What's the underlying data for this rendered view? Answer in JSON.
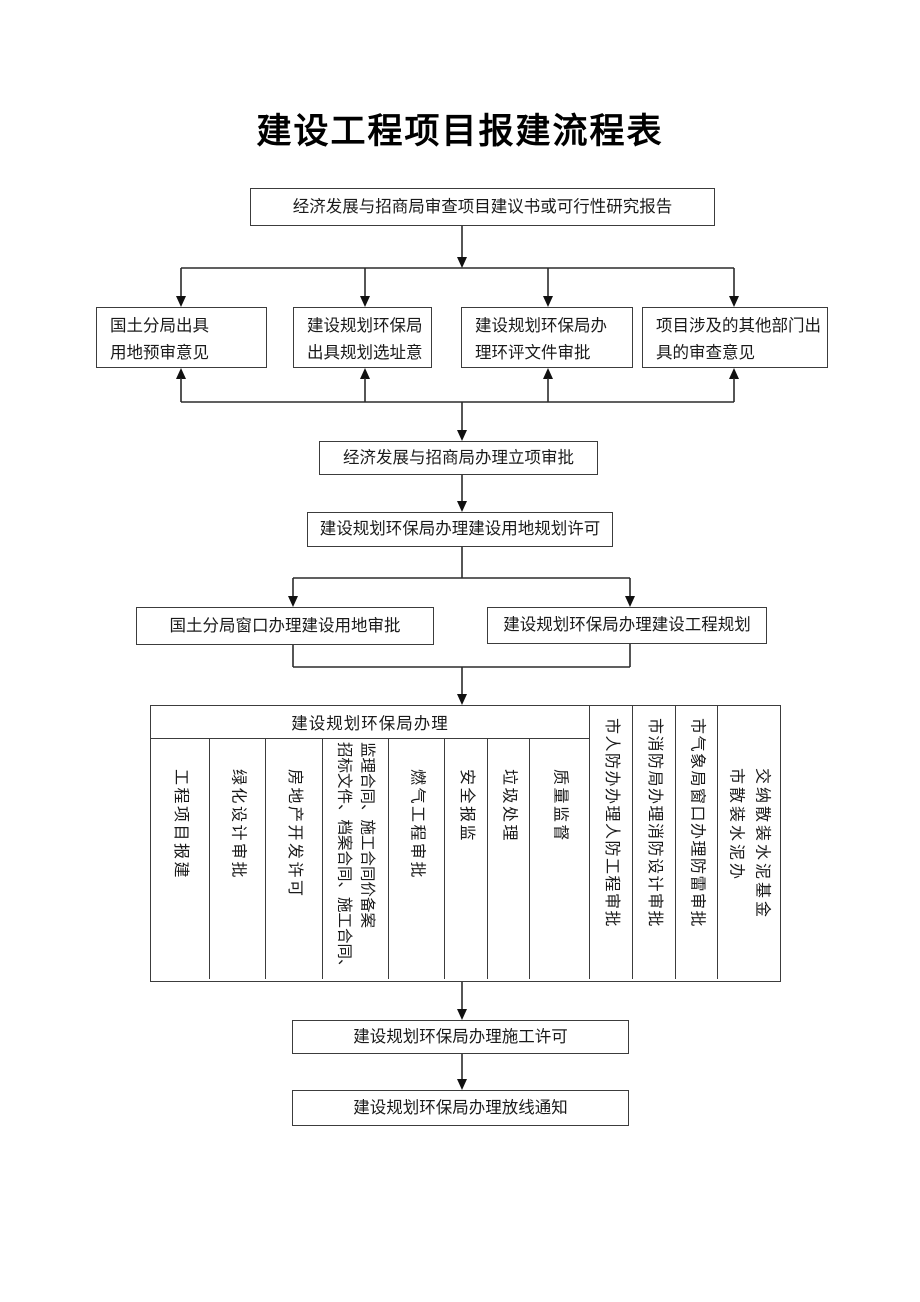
{
  "page": {
    "title": "建设工程项目报建流程表"
  },
  "flow": {
    "start": "经济发展与招商局审查项目建议书或可行性研究报告",
    "review_boxes": [
      "国土分局出具\n用地预审意见",
      "建设规划环保局\n出具规划选址意",
      "建设规划环保局办\n理环评文件审批",
      "项目涉及的其他部门出\n具的审查意见"
    ],
    "project_approval": "经济发展与招商局办理立项审批",
    "land_planning_permit": "建设规划环保局办理建设用地规划许可",
    "land_approval": "国土分局窗口办理建设用地审批",
    "engineering_planning": "建设规划环保局办理建设工程规划",
    "table": {
      "header": "建设规划环保局办理",
      "columns": [
        "工程项目报建",
        "绿化设计审批",
        "房地产开发许可",
        "监理合同、施工合同价备案\n招标文件、档案合同、施工合同、",
        "燃气工程审批",
        "安全报监",
        "垃圾处理",
        "质量监督"
      ],
      "side_columns": [
        "市人防办办理人防工程审批",
        "市消防局办理消防设计审批",
        "市气象局窗口办理防雷审批",
        "交纳散装水泥基金\n市散装水泥办"
      ]
    },
    "construction_permit": "建设规划环保局办理施工许可",
    "layout_notice": "建设规划环保局办理放线通知"
  }
}
